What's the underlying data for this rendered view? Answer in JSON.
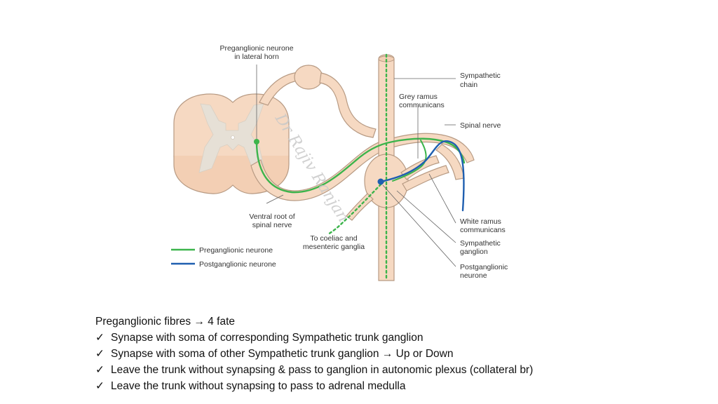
{
  "diagram": {
    "labels": {
      "preganglionic_lateral_horn_1": "Preganglionic neurone",
      "preganglionic_lateral_horn_2": "in lateral horn",
      "sympathetic_chain_1": "Sympathetic",
      "sympathetic_chain_2": "chain",
      "grey_ramus_1": "Grey ramus",
      "grey_ramus_2": "communicans",
      "spinal_nerve": "Spinal nerve",
      "ventral_root_1": "Ventral root of",
      "ventral_root_2": "spinal nerve",
      "coeliac_1": "To coeliac and",
      "coeliac_2": "mesenteric ganglia",
      "white_ramus_1": "White ramus",
      "white_ramus_2": "communicans",
      "sympathetic_ganglion_1": "Sympathetic",
      "sympathetic_ganglion_2": "ganglion",
      "postganglionic_1": "Postganglionic",
      "postganglionic_2": "neurone"
    },
    "legend": {
      "preganglionic": "Preganglionic neurone",
      "postganglionic": "Postganglionic neurone"
    },
    "watermark": "Dr Rajiv Ranjan",
    "colors": {
      "preganglionic": "#3cb44b",
      "postganglionic": "#1f5fb0",
      "nerve_fill": "#f6d9c2",
      "nerve_stroke": "#b79a83",
      "grey_matter": "#e6e0d6"
    }
  },
  "notes": {
    "heading": "Preganglionic fibres → 4 fate",
    "check": "✓",
    "items": [
      "Synapse with soma of corresponding Sympathetic  trunk ganglion",
      "Synapse with soma of other Sympathetic  trunk ganglion → Up or Down",
      "Leave the trunk without synapsing & pass to ganglion in autonomic plexus (collateral br)",
      "Leave the trunk without synapsing to pass to adrenal medulla"
    ]
  }
}
